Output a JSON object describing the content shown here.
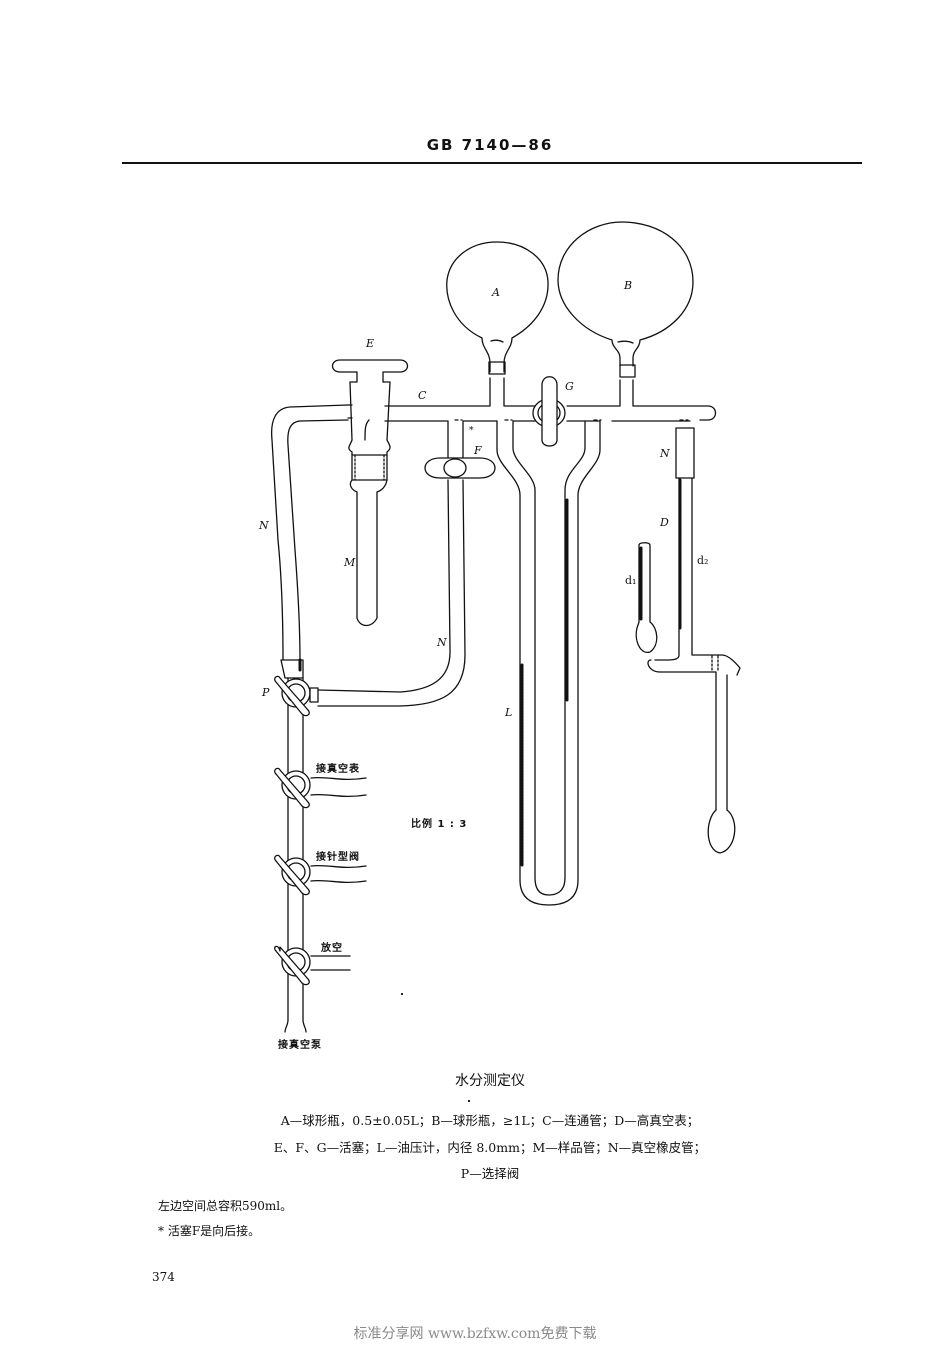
{
  "header": {
    "standard_code": "GB 7140—86"
  },
  "figure": {
    "labels": {
      "A": "A",
      "B": "B",
      "C": "C",
      "D": "D",
      "E": "E",
      "F": "F",
      "G": "G",
      "L": "L",
      "M": "M",
      "N_left": "N",
      "N_middle": "N",
      "N_right": "N",
      "P": "P",
      "d1": "d₁",
      "d2": "d₂",
      "asterisk": "*"
    },
    "port_labels": {
      "vacuum_gauge": "接真空表",
      "needle_valve": "接针型阀",
      "vent": "放空",
      "vacuum_pump": "接真空泵"
    },
    "scale": "比例 1 : 3"
  },
  "caption": {
    "title": "水分测定仪",
    "legend_lines": [
      "A—球形瓶，0.5±0.05L；B—球形瓶，≥1L；C—连通管；D—高真空表；",
      "E、F、G—活塞；L—油压计，内径 8.0mm；M—样品管；N—真空橡皮管；",
      "P—选择阀"
    ]
  },
  "notes": [
    "左边空间总容积590ml。",
    "* 活塞F是向后接。"
  ],
  "footer": {
    "page_number": "374",
    "watermark": "标准分享网 www.bzfxw.com免费下载"
  },
  "colors": {
    "ink": "#111111",
    "watermark": "#8a8a8a",
    "background": "#ffffff"
  }
}
